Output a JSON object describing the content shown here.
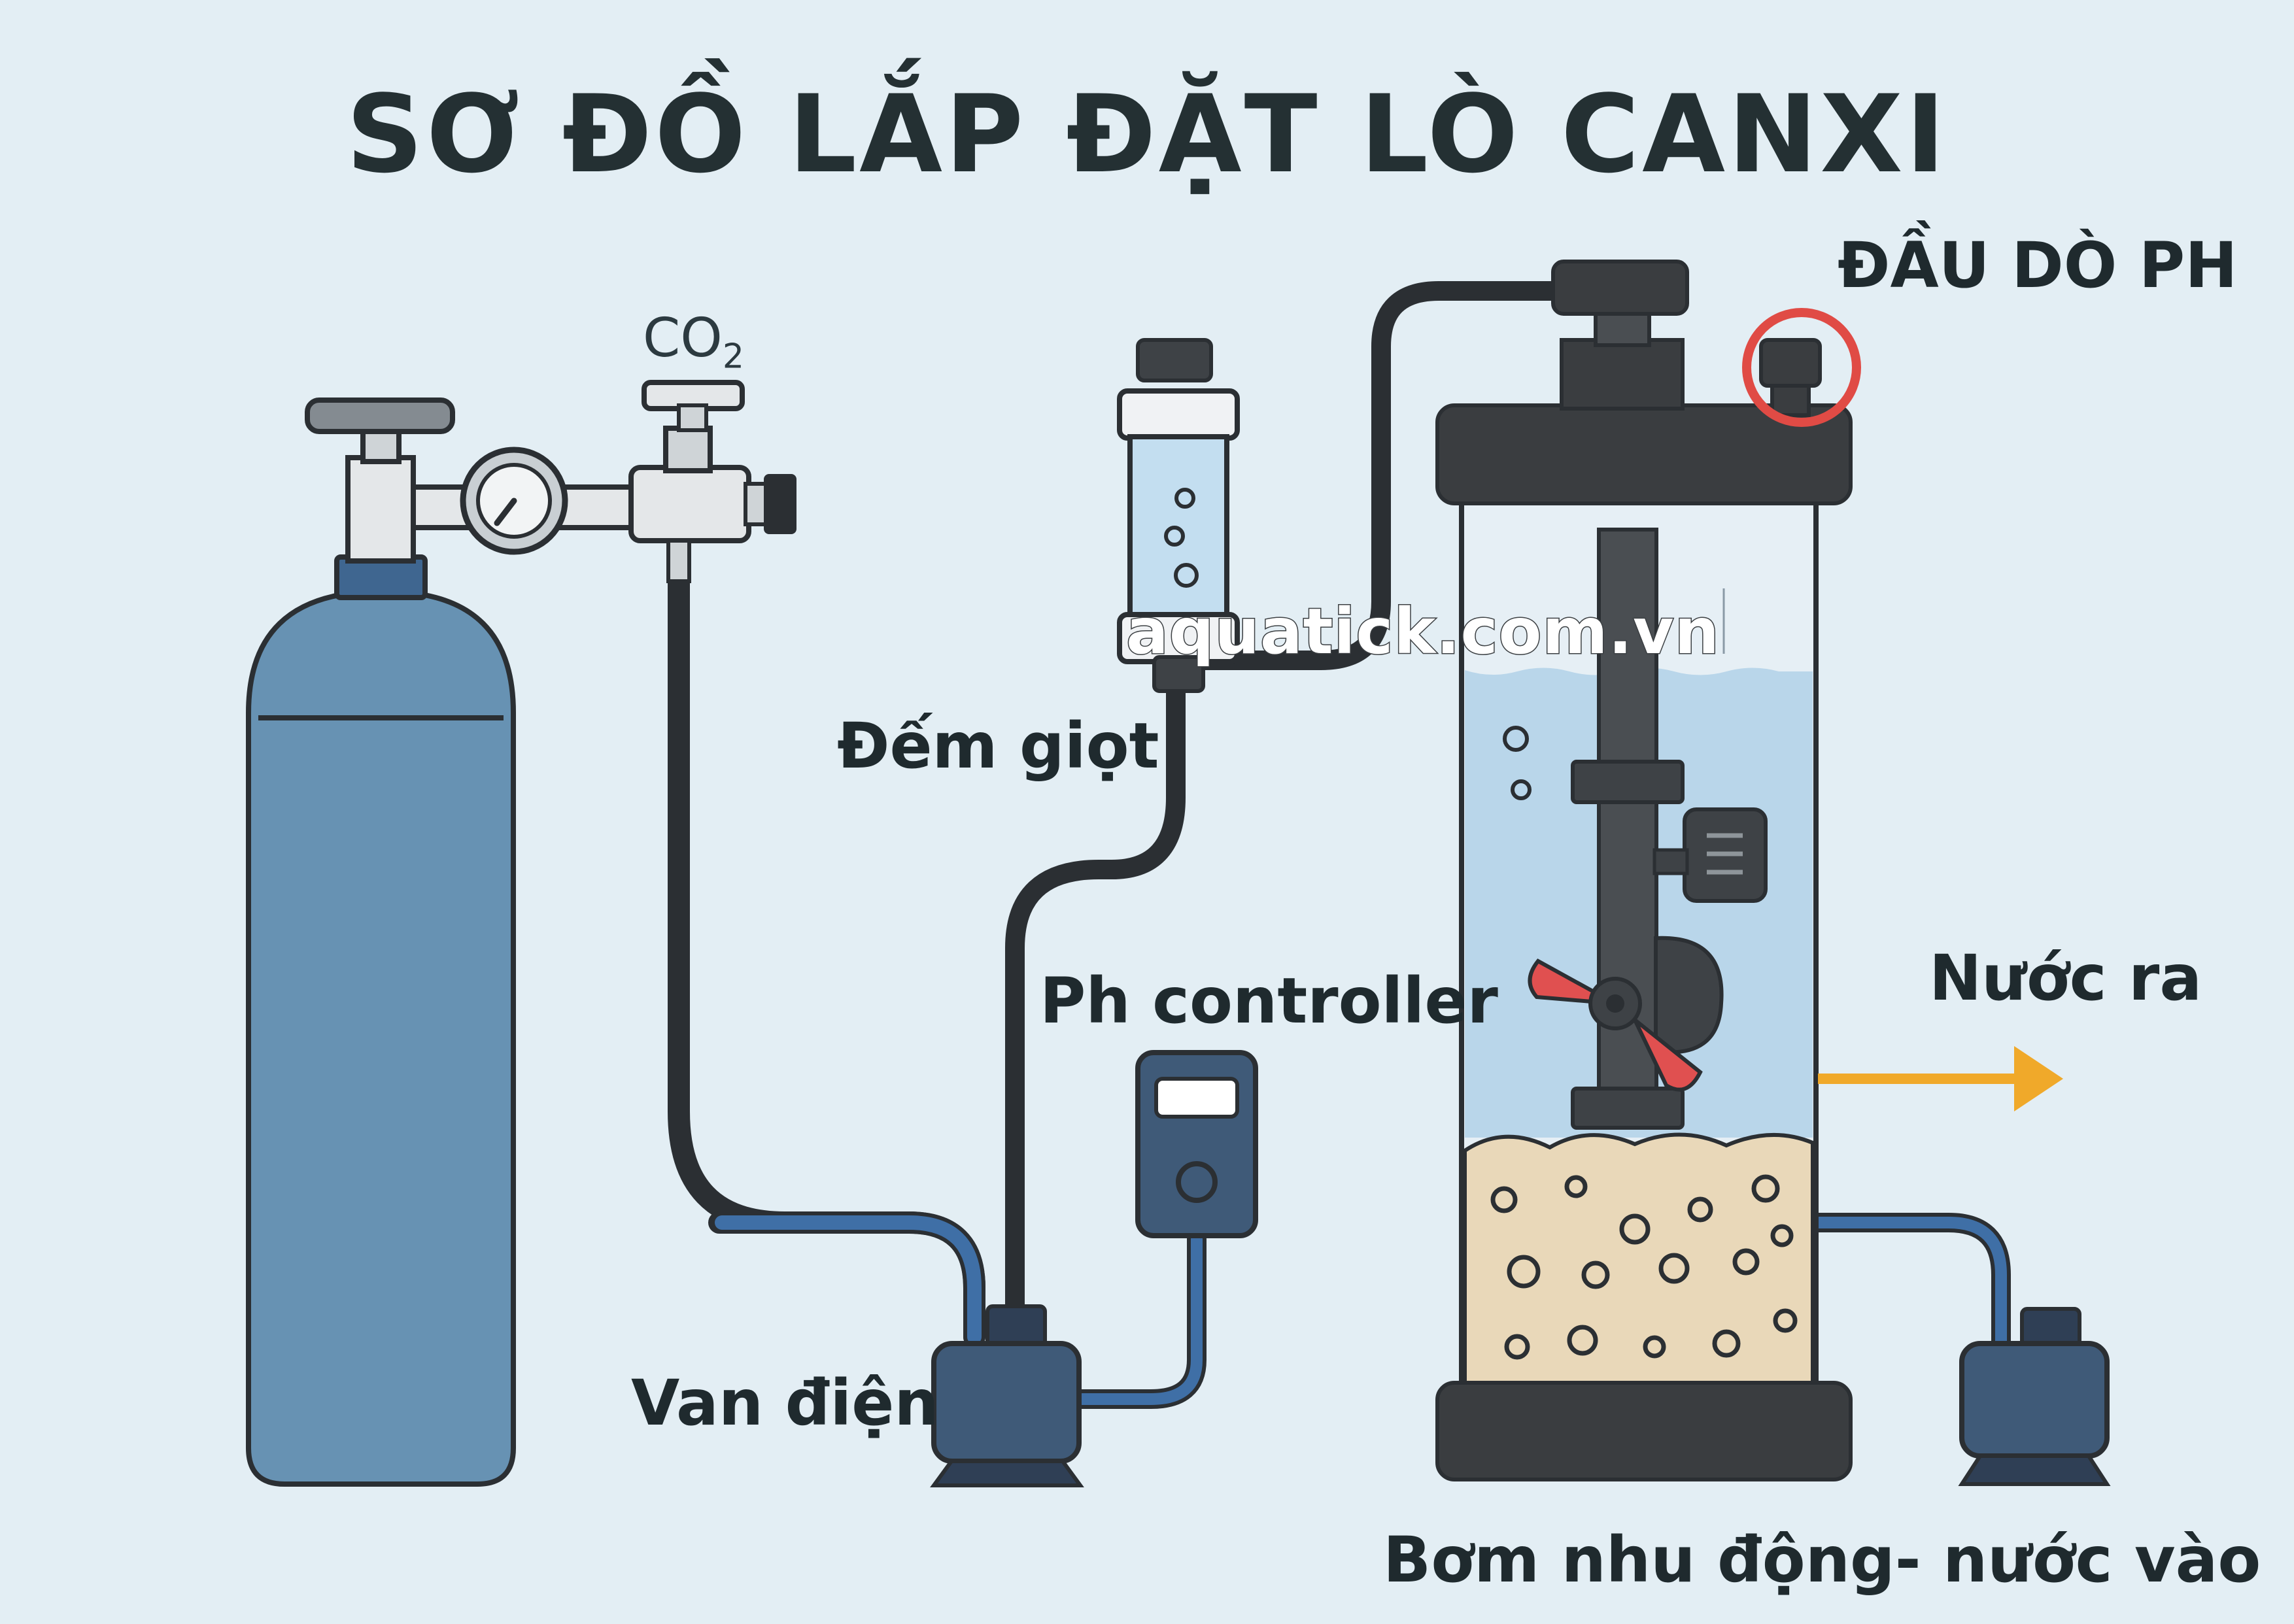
{
  "title": "SƠ ĐỒ LẮP ĐẶT LÒ CANXI",
  "labels": {
    "co2_main": "CO",
    "co2_sub": "2",
    "ph_probe": "ĐẦU DÒ PH",
    "drop_counter": "Đếm giọt",
    "ph_controller": "Ph controller",
    "water_out": "Nước ra",
    "solenoid_valve": "Van điện",
    "peristaltic_pump": "Bơm nhu động- nước vào"
  },
  "watermark": "aquatick.com.vn",
  "colors": {
    "background": "#e3eef4",
    "tank": "#6792b3",
    "tube_black": "#2b2f33",
    "tube_blue": "#3f6fa6",
    "reactor_dark": "#3a3d40",
    "water": "#b9d6ea",
    "media": "#e9d8b9",
    "impeller": "#e05050",
    "arrow": "#f0a92a",
    "probe_ring": "#e04b45"
  }
}
